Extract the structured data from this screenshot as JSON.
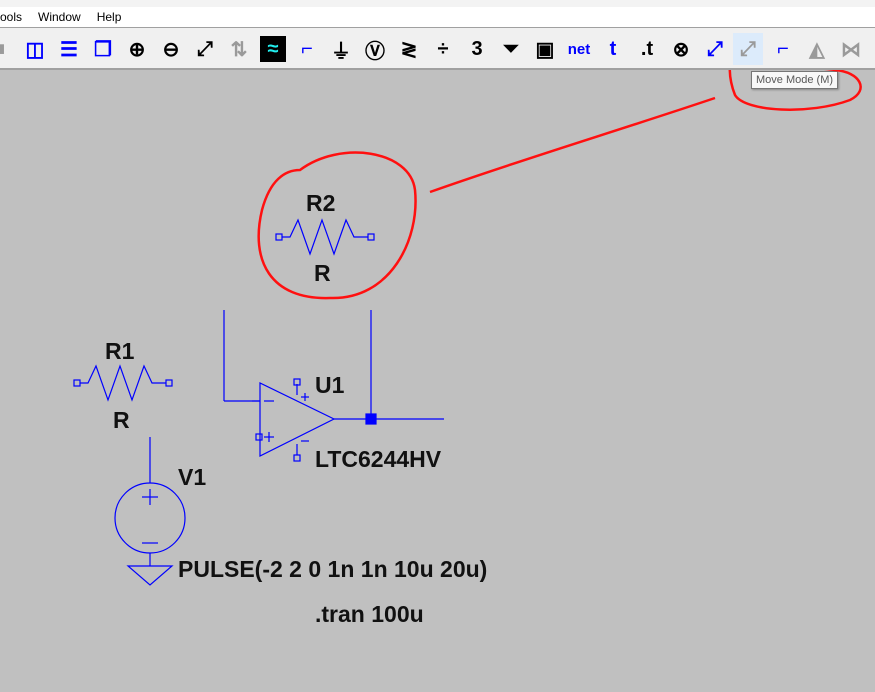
{
  "menu": {
    "tools": "ools",
    "window": "Window",
    "help": "Help"
  },
  "toolbar": {
    "net_label": "net",
    "text_label": "t",
    "spice_label": ".t",
    "tooltip": "Move Mode (M)"
  },
  "schematic": {
    "r2_name": "R2",
    "r2_value": "R",
    "r1_name": "R1",
    "r1_value": "R",
    "u1_name": "U1",
    "u1_value": "LTC6244HV",
    "v1_name": "V1",
    "v1_value": "PULSE(-2 2 0 1n 1n 10u 20u)",
    "directive": ".tran 100u"
  },
  "colors": {
    "wire": "#0000ff",
    "annotation": "#ff0000",
    "canvas": "#c0c0c0"
  }
}
